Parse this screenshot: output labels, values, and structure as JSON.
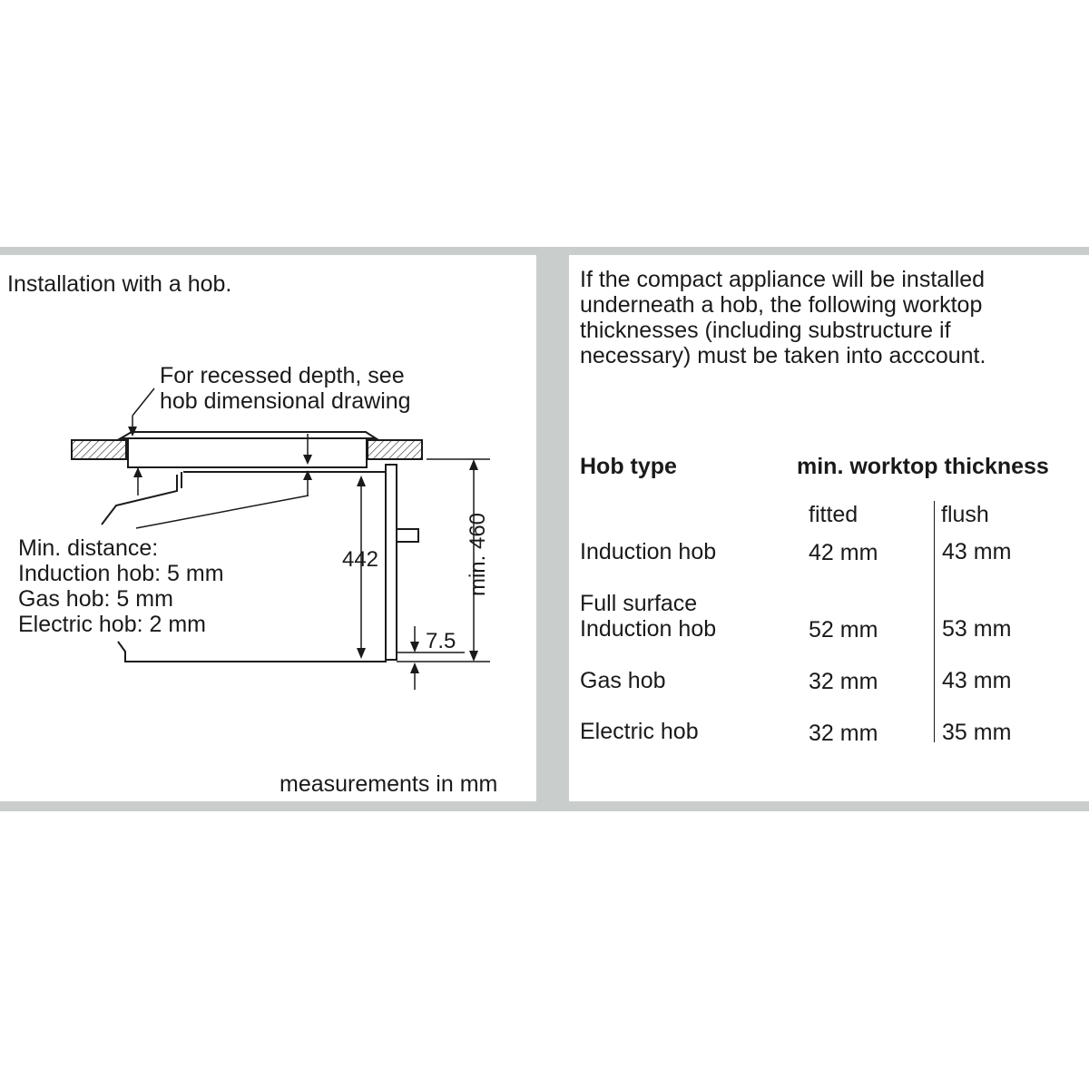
{
  "left_panel": {
    "title": "Installation with a hob.",
    "callout_recess": [
      "For recessed depth, see",
      "hob dimensional drawing"
    ],
    "min_distance_lines": [
      "Min. distance:",
      "Induction hob: 5 mm",
      "Gas hob: 5 mm",
      "Electric hob: 2 mm"
    ],
    "dim_442": "442",
    "dim_460": "min. 460",
    "dim_75": "7.5",
    "footer": "measurements in mm"
  },
  "right_panel": {
    "intro_lines": [
      "If the compact appliance will be installed",
      "underneath a hob, the following worktop",
      "thicknesses (including substructure if",
      "necessary) must be taken into acccount."
    ],
    "table": {
      "col_hob_type": "Hob type",
      "col_thickness": "min. worktop thickness",
      "sub_fitted": "fitted",
      "sub_flush": "flush",
      "rows": [
        {
          "type_lines": [
            "Induction hob"
          ],
          "fitted": "42 mm",
          "flush": "43 mm"
        },
        {
          "type_lines": [
            "Full surface",
            "Induction hob"
          ],
          "fitted": "52 mm",
          "flush": "53 mm"
        },
        {
          "type_lines": [
            "Gas hob"
          ],
          "fitted": "32 mm",
          "flush": "43 mm"
        },
        {
          "type_lines": [
            "Electric hob"
          ],
          "fitted": "32 mm",
          "flush": "35 mm"
        }
      ]
    }
  }
}
